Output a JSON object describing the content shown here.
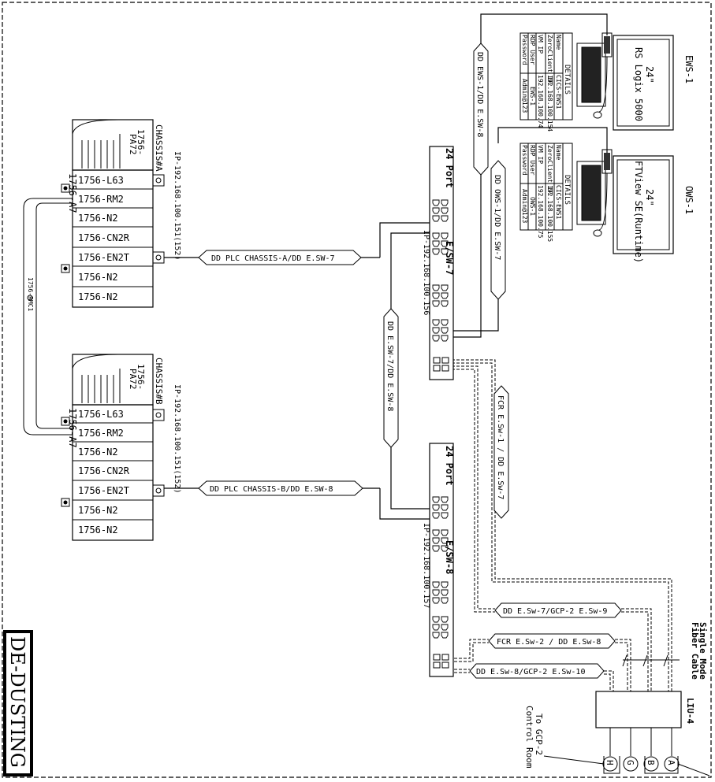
{
  "left_chassis_a": {
    "rack_label": "1756-A7",
    "ps_label_1": "1756-",
    "ps_label_2": "PA72",
    "chassis_label": "CHASSIS#A",
    "ip_label": "IP-192.168.100.151(152)",
    "modules": [
      "1756-L63",
      "1756-RM2",
      "1756-N2",
      "1756-CN2R",
      "1756-EN2T",
      "1756-N2",
      "1756-N2"
    ]
  },
  "left_chassis_b": {
    "rack_label": "1756-A7",
    "ps_label_1": "1756-",
    "ps_label_2": "PA72",
    "chassis_label": "CHASSIS#B",
    "ip_label": "IP-192.168.100.151(152)",
    "modules": [
      "1756-L63",
      "1756-RM2",
      "1756-N2",
      "1756-CN2R",
      "1756-EN2T",
      "1756-N2",
      "1756-N2"
    ]
  },
  "rm_cable_label": "1756-RMC1",
  "cable_labels": {
    "plc_a": "DD PLC CHASSIS-A/DD E.SW-7",
    "plc_b": "DD PLC CHASSIS-B/DD E.SW-8",
    "sw7_sw8": "DD E.SW-7/DD E.SW-8",
    "ews": "DD EWS-1/DD  E.SW-8",
    "ows": "DD OWS-1/DD  E.SW-7",
    "fcr_sw1": "FCR E.Sw-1 / DD E.Sw-7",
    "sw7_gcp": "DD E.Sw-7/GCP-2 E.Sw-9",
    "fcr_sw2": "FCR E.Sw-2 / DD E.Sw-8",
    "sw8_gcp": "DD E.Sw-8/GCP-2 E.Sw-10"
  },
  "switch_7": {
    "ports": "24 Port",
    "name": "E/SW-7",
    "ip": "IP-192.168.100.156"
  },
  "switch_8": {
    "ports": "24 Port",
    "name": "E/SW-8",
    "ip": "IP-192.168.100.157"
  },
  "ews": {
    "title": "EWS-1",
    "monitor_size": "24\"",
    "monitor_text": "RS Logix 5000",
    "table_header": "DETAILS",
    "rows": [
      [
        "Name",
        "CICS-EWS1"
      ],
      [
        "ZeroClient IP",
        "192.168.100.154"
      ],
      [
        "VM IP",
        "192.168.100.74"
      ],
      [
        "RDP User",
        "EWS-1"
      ],
      [
        "Password",
        "Admin@123"
      ]
    ]
  },
  "ows": {
    "title": "OWS-1",
    "monitor_size": "24\"",
    "monitor_text": "FTView SE(Runtime)",
    "table_header": "DETAILS",
    "rows": [
      [
        "Name",
        "CICS-EWS1"
      ],
      [
        "ZeroClient IP",
        "192.168.100.155"
      ],
      [
        "VM IP",
        "192.168.100.75"
      ],
      [
        "RDP User",
        "OWS-1"
      ],
      [
        "Password",
        "Admin@123"
      ]
    ]
  },
  "fiber_label_1": "Single Mode",
  "fiber_label_2": "Fiber Cable",
  "liu_label": "LIU-4",
  "liu_ports": [
    "A",
    "B",
    "G",
    "H"
  ],
  "gcp_label_1": "To GCP-2",
  "gcp_label_2": "Control Room",
  "area_title": "DE-DUSTING"
}
